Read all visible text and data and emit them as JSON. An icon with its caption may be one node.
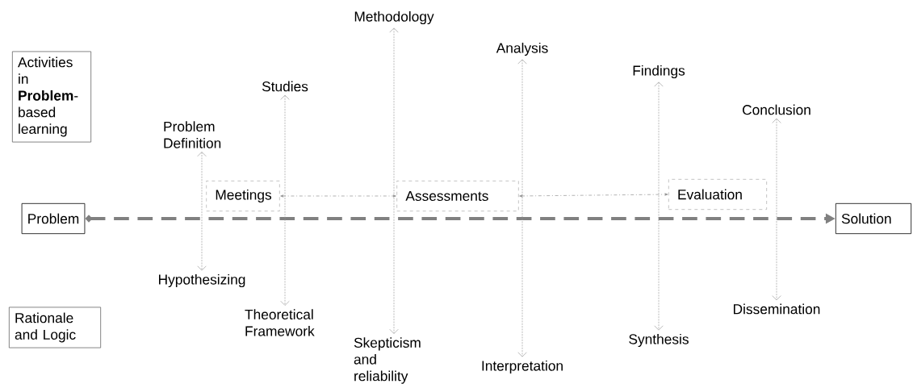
{
  "diagram": {
    "nodes": [
      {
        "text": [
          "Activities in **Problem**-based learning"
        ]
      },
      {
        "text": [
          "Problem"
        ]
      },
      {
        "text": [
          "Solution"
        ]
      },
      {
        "text": [
          "Rationale and Logic"
        ]
      },
      {
        "text": [
          "Meetings"
        ]
      },
      {
        "text": [
          "Assessments"
        ]
      },
      {
        "text": [
          "Evaluation"
        ]
      },
      {
        "text": [
          "Problem Definition"
        ]
      },
      {
        "text": [
          "Hypothesizing"
        ]
      },
      {
        "text": [
          "Studies"
        ]
      },
      {
        "text": [
          "Theoretical Framework"
        ]
      },
      {
        "text": [
          "Methodology"
        ]
      },
      {
        "text": [
          "Skepticism and reliability"
        ]
      },
      {
        "text": [
          "Analysis"
        ]
      },
      {
        "text": [
          "Interpretation"
        ]
      },
      {
        "text": [
          "Findings"
        ]
      },
      {
        "text": [
          "Synthesis"
        ]
      },
      {
        "text": [
          "Conclusion"
        ]
      },
      {
        "text": [
          "Dissemination"
        ]
      }
    ],
    "edges": [
      {
        "from": 1,
        "to": 2,
        "arrow": "to",
        "style": "dashed"
      },
      {
        "from": 7,
        "to": 8,
        "arrow": "both"
      },
      {
        "from": 9,
        "to": 10,
        "arrow": "both"
      },
      {
        "from": 11,
        "to": 12,
        "arrow": "both"
      },
      {
        "from": 13,
        "to": 14,
        "arrow": "both"
      },
      {
        "from": 15,
        "to": 16,
        "arrow": "both"
      },
      {
        "from": 17,
        "to": 18,
        "arrow": "both"
      },
      {
        "from": 4,
        "to": 5,
        "arrow": "both"
      },
      {
        "from": 5,
        "to": 6,
        "arrow": "both"
      }
    ]
  }
}
